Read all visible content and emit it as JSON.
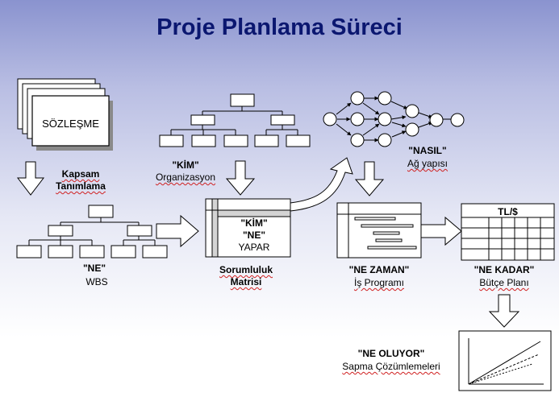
{
  "title": "Proje Planlama Süreci",
  "contract": {
    "label": "SÖZLEŞME"
  },
  "scope": {
    "line1": "Kapsam",
    "line2": "Tanımlama"
  },
  "org": {
    "tag": "\"KİM\"",
    "name": "Organizasyon"
  },
  "network": {
    "tag": "\"NASIL\"",
    "name": "Ağ yapısı"
  },
  "wbs": {
    "tag": "\"NE\"",
    "name": "WBS"
  },
  "matrix": {
    "inner1": "\"KİM\"",
    "inner2": "\"NE\"",
    "inner3": "YAPAR",
    "name1": "Sorumluluk",
    "name2": "Matrisi"
  },
  "schedule": {
    "tag": "\"NE ZAMAN\"",
    "name": "İş Programı"
  },
  "budget": {
    "header": "TL/$",
    "tag": "\"NE KADAR\"",
    "name": "Bütçe Planı"
  },
  "variance": {
    "tag": "\"NE OLUYOR\"",
    "name": "Sapma Çözümlemeleri"
  }
}
